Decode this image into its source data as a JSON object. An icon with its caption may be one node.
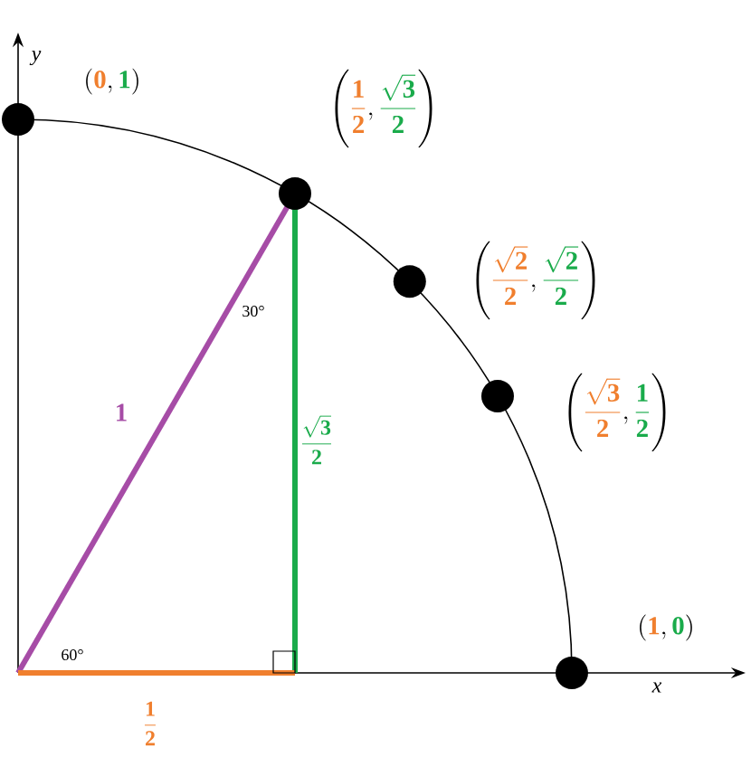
{
  "diagram": {
    "nodes": [
      {
        "text": [],
        "shape": "circle",
        "beside": [
          "\\left(\\color{xc}\\mathbf{0}\\color{black},\\color{yc}\\mathbf{1}\\color{black}\\right)"
        ]
      },
      {
        "text": [],
        "shape": "circle",
        "beside": [
          "\\left(\\color{xc}\\dfrac{\\mathbf{1}}{\\mathbf{2}}\\color{black},\\color{yc}\\dfrac{\\sqrt{\\mathbf{3}}}{\\mathbf{2}}\\color{black}\\right)"
        ]
      },
      {
        "text": [],
        "shape": "circle",
        "beside": [
          "\\left(\\color{xc}\\dfrac{\\sqrt{\\mathbf{2}}}{\\mathbf{2}}\\color{black},\\color{yc}\\dfrac{\\sqrt{\\mathbf{2}}}{\\mathbf{2}}\\color{black}\\right)"
        ]
      },
      {
        "text": [],
        "shape": "circle",
        "beside": [
          "\\left(\\color{xc}\\dfrac{\\sqrt{\\mathbf{3}}}{\\mathbf{2}}\\color{black},\\color{yc}\\dfrac{\\mathbf{1}}{\\mathbf{2}}\\color{black}\\right)"
        ]
      },
      {
        "text": [],
        "shape": "circle",
        "beside": [
          "\\left(\\color{xc}\\mathbf{1}\\color{black},\\color{yc}\\mathbf{0}\\color{black}\\right)"
        ]
      }
    ],
    "labels": [
      "y",
      "30°",
      "1",
      "\\dfrac{\\sqrt{\\mathbf{3}}}{\\mathbf{2}}",
      "60°",
      "x",
      "\\dfrac{\\mathbf{1}}{\\mathbf{2}}"
    ]
  }
}
